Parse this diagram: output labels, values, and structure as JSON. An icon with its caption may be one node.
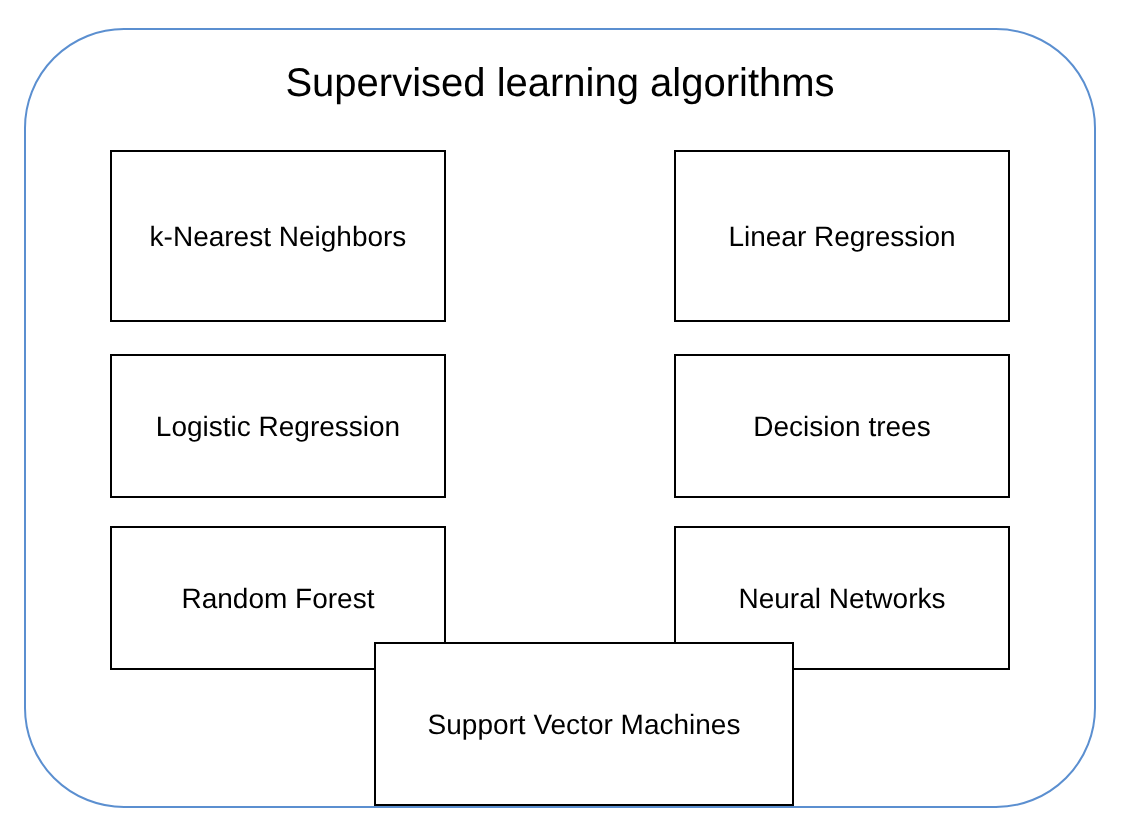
{
  "diagram": {
    "nodes": [
      {
        "text": [
          "Supervised learning algorithms"
        ]
      },
      {
        "text": [
          "k-Nearest Neighbors"
        ],
        "in": 0
      },
      {
        "text": [
          "Linear Regression"
        ],
        "in": 0
      },
      {
        "text": [
          "Logistic Regression"
        ],
        "in": 0
      },
      {
        "text": [
          "Decision trees"
        ],
        "in": 0
      },
      {
        "text": [
          "Random Forest"
        ],
        "in": 0
      },
      {
        "text": [
          "Neural Networks"
        ],
        "in": 0
      },
      {
        "text": [
          "Support Vector Machines"
        ],
        "in": 0
      }
    ]
  }
}
